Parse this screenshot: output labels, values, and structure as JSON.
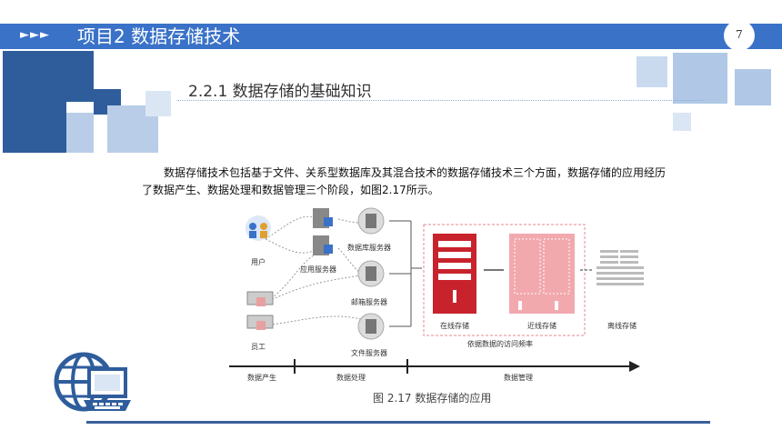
{
  "header": {
    "arrows": "►►►",
    "title": "项目2 数据存储技术",
    "page_number": "7"
  },
  "section": {
    "title": "2.2.1 数据存储的基础知识"
  },
  "body": {
    "paragraph": "数据存储技术包括基于文件、关系型数据库及其混合技术的数据存储技术三个方面，数据存储的应用经历了数据产生、数据处理和数据管理三个阶段，如图2.17所示。"
  },
  "figure": {
    "labels": {
      "user": "用户",
      "employee": "员工",
      "app_server": "应用服务器",
      "db_server": "数据库服务器",
      "mail_server": "邮箱服务器",
      "file_server": "文件服务器",
      "online": "在线存储",
      "nearline": "近线存储",
      "offline": "离线存储",
      "frequency": "依据数据的访问频率"
    },
    "stages": [
      "数据产生",
      "数据处理",
      "数据管理"
    ],
    "caption": "图 2.17  数据存储的应用"
  },
  "colors": {
    "banner": "#3a72c8",
    "square_dark": "#2f5d9c",
    "square_light": "#b9cde8",
    "storage_red": "#c8232c",
    "storage_pink": "#f2a9ae"
  }
}
